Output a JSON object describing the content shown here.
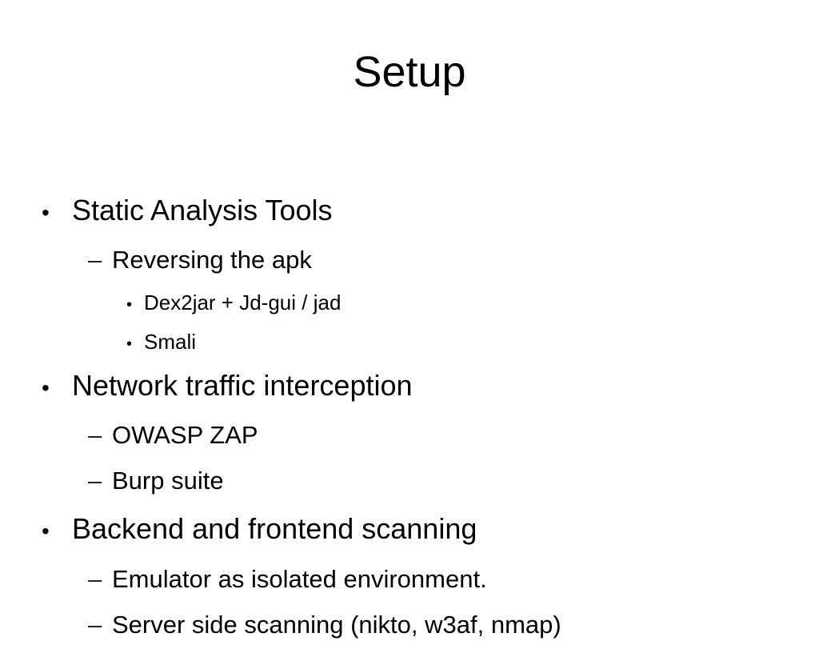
{
  "slide": {
    "title": "Setup",
    "text_color": "#000000",
    "background_color": "#ffffff",
    "bullets": [
      {
        "level": 1,
        "marker": "•",
        "text": "Static Analysis Tools"
      },
      {
        "level": 2,
        "marker": "–",
        "text": "Reversing the apk"
      },
      {
        "level": 3,
        "marker": "•",
        "text": "Dex2jar + Jd-gui / jad"
      },
      {
        "level": 3,
        "marker": "•",
        "text": "Smali"
      },
      {
        "level": 1,
        "marker": "•",
        "text": "Network traffic interception"
      },
      {
        "level": 2,
        "marker": "–",
        "text": "OWASP ZAP"
      },
      {
        "level": 2,
        "marker": "–",
        "text": "Burp suite"
      },
      {
        "level": 1,
        "marker": "•",
        "text": "Backend and frontend scanning"
      },
      {
        "level": 2,
        "marker": "–",
        "text": "Emulator as isolated environment."
      },
      {
        "level": 2,
        "marker": "–",
        "text": "Server side scanning (nikto, w3af, nmap)"
      }
    ]
  }
}
